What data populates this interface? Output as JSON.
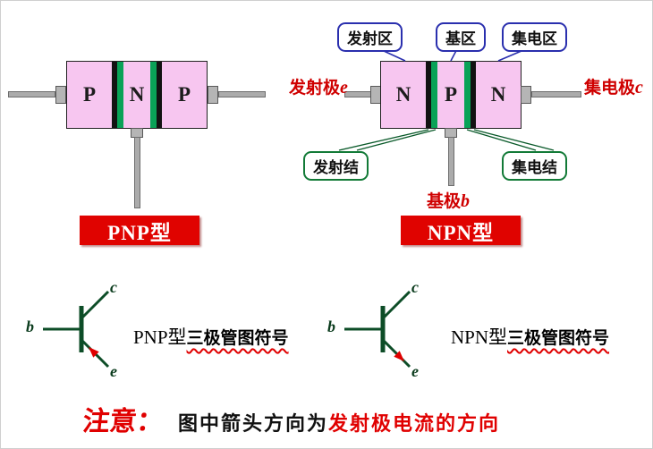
{
  "colors": {
    "block_pink": "#f7c6f0",
    "junction_green": "#09a257",
    "banner_red": "#e00300",
    "label_red": "#cf0000",
    "callout_blue_border": "#2a2fae",
    "callout_green_border": "#127a37",
    "symbol_green": "#0d4d27",
    "lead_gray": "#ababab"
  },
  "pnp": {
    "regions": [
      "P",
      "N",
      "P"
    ],
    "banner": "PNP型"
  },
  "npn": {
    "regions": [
      "N",
      "P",
      "N"
    ],
    "banner": "NPN型",
    "callouts_top": [
      "发射区",
      "基区",
      "集电区"
    ],
    "callouts_bottom": [
      "发射结",
      "集电结"
    ],
    "terminal_emitter": "发射极",
    "terminal_emitter_sub": "e",
    "terminal_collector": "集电极",
    "terminal_collector_sub": "c",
    "terminal_base": "基极",
    "terminal_base_sub": "b"
  },
  "symbols": {
    "labels": {
      "b": "b",
      "c": "c",
      "e": "e"
    },
    "pnp_caption_head": "PNP型",
    "pnp_caption_wavy": "三极管图符号",
    "npn_caption_head": "NPN型",
    "npn_caption_wavy": "三极管图符号"
  },
  "note": {
    "prefix": "注意：",
    "body_black": "图中箭头方向为",
    "body_red": "发射极电流的方向"
  }
}
